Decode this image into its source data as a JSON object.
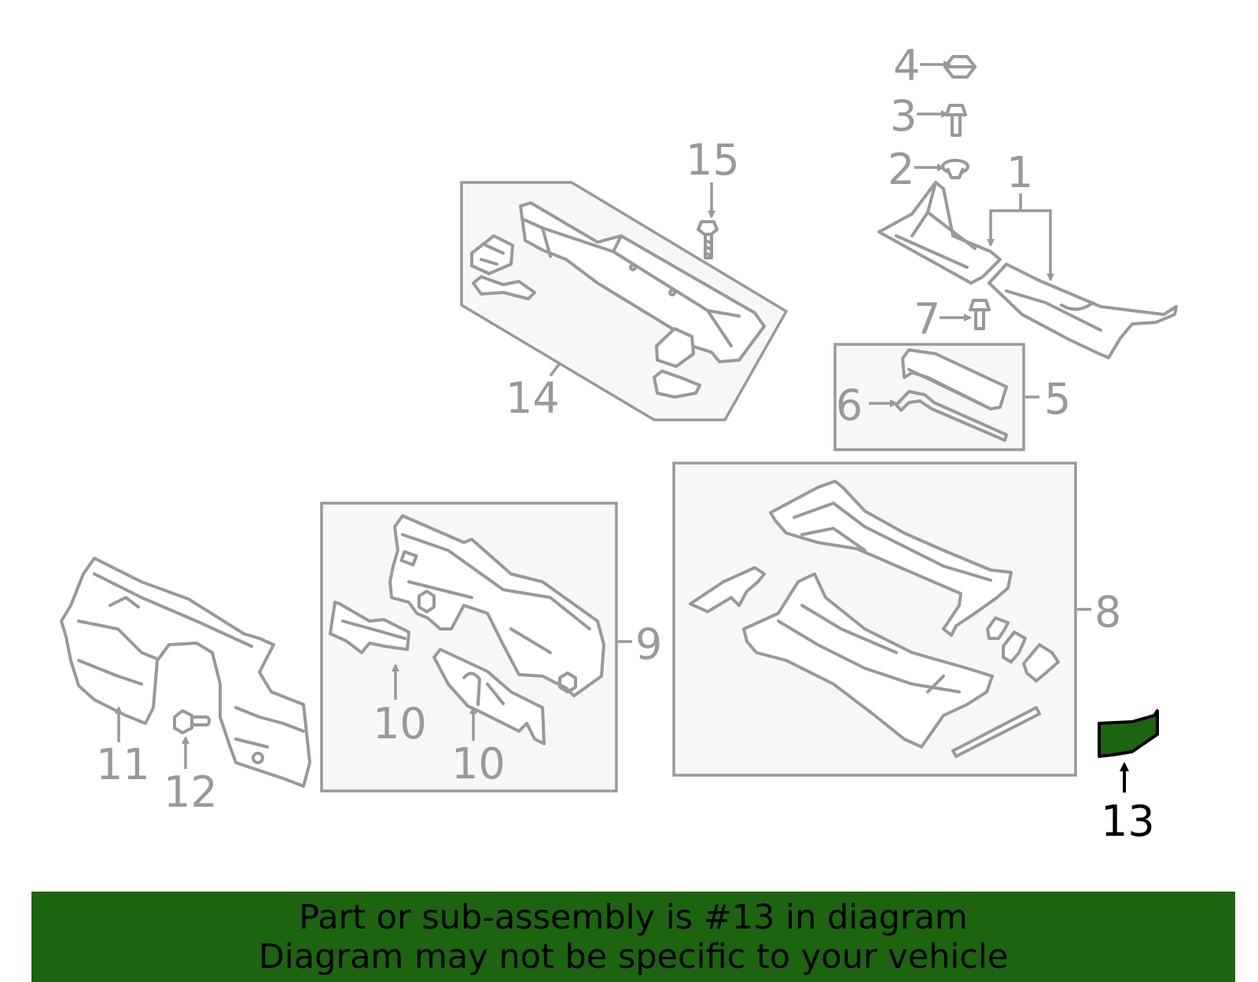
{
  "callouts": {
    "c1": "1",
    "c2": "2",
    "c3": "3",
    "c4": "4",
    "c5": "5",
    "c6": "6",
    "c7": "7",
    "c8": "8",
    "c9": "9",
    "c10a": "10",
    "c10b": "10",
    "c11": "11",
    "c12": "12",
    "c13": "13",
    "c14": "14",
    "c15": "15"
  },
  "banner": {
    "line1": "Part or sub-assembly is #13 in diagram",
    "line2": "Diagram may not be specific to your vehicle"
  },
  "colors": {
    "highlight_part": "#1c6410",
    "banner_background": "#1c6410",
    "line_art": "#999999",
    "selected_callout": "#000000"
  }
}
